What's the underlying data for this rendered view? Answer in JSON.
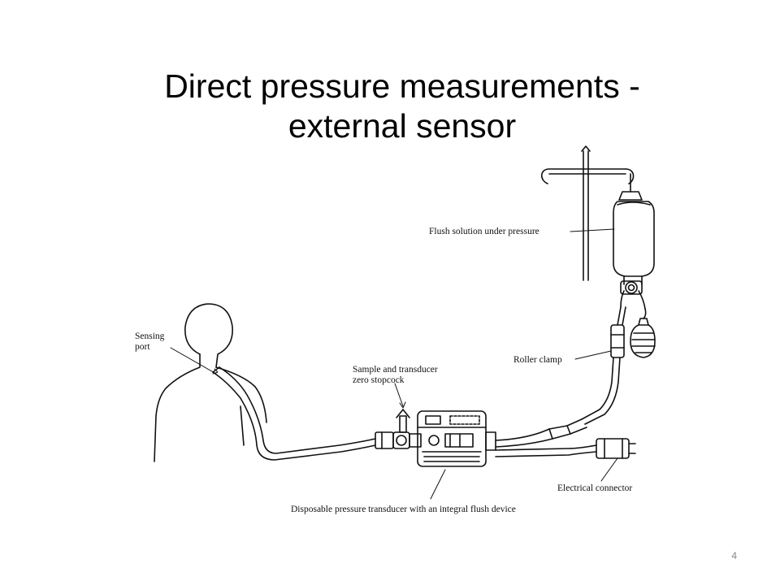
{
  "slide": {
    "title_line1": "Direct pressure measurements -",
    "title_line2": "external sensor",
    "page_number": "4"
  },
  "diagram": {
    "labels": {
      "flush_solution": "Flush solution under pressure",
      "sensing_port_line1": "Sensing",
      "sensing_port_line2": "port",
      "stopcock_line1": "Sample and transducer",
      "stopcock_line2": "zero stopcock",
      "roller_clamp": "Roller clamp",
      "electrical_connector": "Electrical connector",
      "transducer": "Disposable pressure transducer with an integral flush device"
    }
  }
}
